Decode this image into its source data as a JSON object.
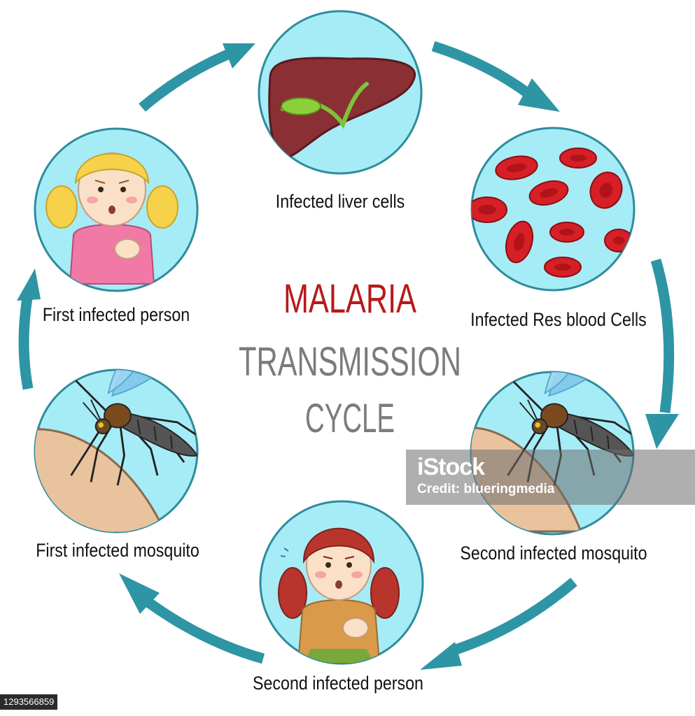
{
  "title": {
    "line1": "MALARIA",
    "line2": "TRANSMISSION",
    "line3": "CYCLE"
  },
  "stages": [
    {
      "label": "Infected liver cells",
      "icon": "liver-icon"
    },
    {
      "label": "Infected Res blood Cells",
      "icon": "red-blood-cells-icon"
    },
    {
      "label": "Second infected mosquito",
      "icon": "mosquito-on-skin-icon"
    },
    {
      "label": "Second infected person",
      "icon": "girl-scratching-icon"
    },
    {
      "label": "First infected mosquito",
      "icon": "mosquito-on-skin-icon"
    },
    {
      "label": "First infected person",
      "icon": "girl-scratching-icon"
    }
  ],
  "watermark": {
    "logo": "iStock",
    "credit": "Credit: blueringmedia"
  },
  "stock_id": "1293566859",
  "colors": {
    "title_red": "#b8191c",
    "title_gray": "#7b7b7b",
    "arrow": "#2e95a5",
    "circle_fill": "#a6ecf6",
    "circle_stroke": "#2e8c9c",
    "blood_cell": "#d61f26",
    "liver": "#8a2f34"
  }
}
